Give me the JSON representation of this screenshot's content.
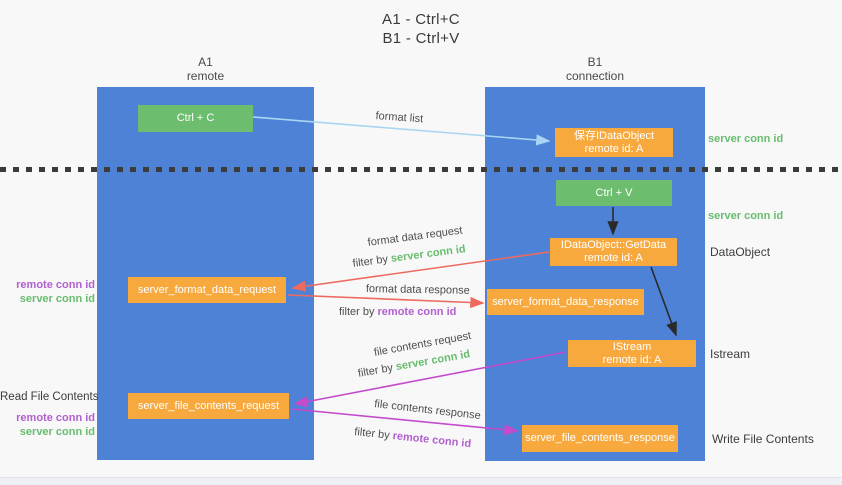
{
  "colors": {
    "column_blue": "#4d82d6",
    "green_button": "#6cbe6e",
    "orange_box": "#f8a93e",
    "green_text": "#67bd6d",
    "purple_text": "#b25fd0",
    "red_arrow": "#ed6a60",
    "magenta_arrow": "#c44ccc",
    "light_blue_arrow": "#a9d5f2",
    "black_arrow": "#2a2a2a"
  },
  "title": {
    "line1": "A1 - Ctrl+C",
    "line2": "B1 - Ctrl+V"
  },
  "lifelines": {
    "left": {
      "title": "A1",
      "subtitle": "remote"
    },
    "right": {
      "title": "B1",
      "subtitle": "connection"
    }
  },
  "nodes": {
    "ctrl_c": {
      "label": "Ctrl + C"
    },
    "save_idataobject": {
      "line1": "保存IDataObject",
      "line2": "remote id: A"
    },
    "ctrl_v": {
      "label": "Ctrl + V"
    },
    "getdata": {
      "line1": "IDataObject::GetData",
      "line2": "remote id: A"
    },
    "format_request": {
      "label": "server_format_data_request"
    },
    "format_response": {
      "label": "server_format_data_response"
    },
    "istream": {
      "line1": "IStream",
      "line2": "remote id: A"
    },
    "file_request": {
      "label": "server_file_contents_request"
    },
    "file_response": {
      "label": "server_file_contents_response"
    }
  },
  "annotations": {
    "server_conn_id_top": "server conn id",
    "server_conn_id_mid": "server conn id",
    "dataobject": "DataObject",
    "istream_side": "Istream",
    "write_file_contents": "Write File Contents",
    "read_file_contents": "Read File Contents",
    "pair1": {
      "remote": "remote conn id",
      "server": "server conn id"
    },
    "pair2": {
      "remote": "remote conn id",
      "server": "server conn id"
    }
  },
  "arrow_labels": {
    "format_list": "format list",
    "format_data_request": "format data request",
    "format_data_response": "format data response",
    "file_contents_request": "file contents request",
    "file_contents_response": "file contents response",
    "filter_by": "filter by ",
    "filter_server": "server conn id",
    "filter_remote": "remote conn id"
  }
}
